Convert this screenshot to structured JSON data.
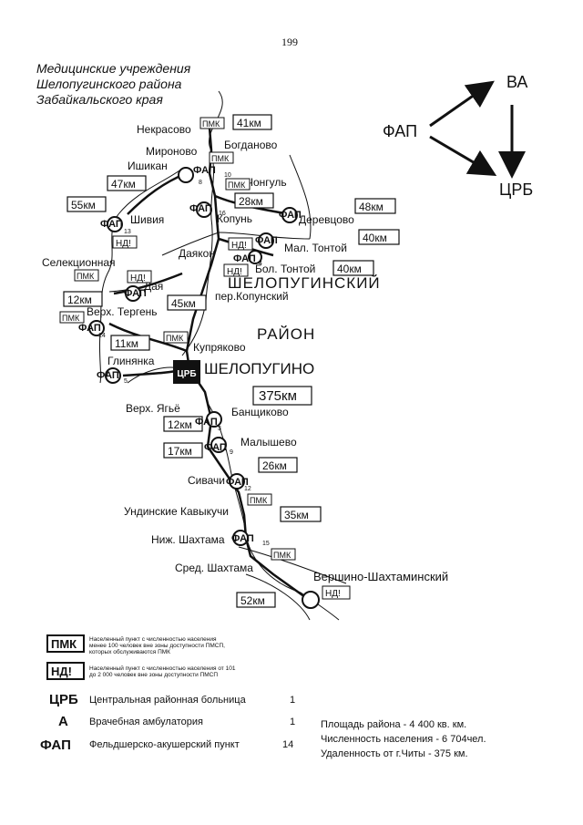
{
  "page_number": "199",
  "title_lines": [
    "Медицинские учреждения",
    "Шелопугинского района",
    "Забайкальского края"
  ],
  "scheme": {
    "fap": "ФАП",
    "va": "ВА",
    "crb": "ЦРБ"
  },
  "district_word": "ШЕЛОПУГИНСКИЙ",
  "district_word2": "РАЙОН",
  "center": "ШЕЛОПУГИНО",
  "center_mark": "ЦРБ",
  "places": {
    "nekrasovo": "Некрасово",
    "mironovo": "Мироново",
    "bogdanovo": "Богданово",
    "ishikan": "Ишикан",
    "chongul": "Чонгуль",
    "kopun": "Копунь",
    "derevtsovo": "Деревцово",
    "shiviya": "Шивия",
    "mal_tontoy": "Мал. Тонтой",
    "bol_tontoy": "Бол. Тонтой",
    "daikon": "Даякон",
    "selektsionnaya": "Селекционная",
    "daya": "Дая",
    "per_kopunsky": "пер.Копунский",
    "verh_tergen": "Верх. Тергень",
    "kupryakovo": "Купряково",
    "glinyanka": "Глинянка",
    "verh_yagye": "Верх. Ягьё",
    "banshchikovo": "Банщиково",
    "malyshevo": "Малышево",
    "sivachi": "Сивачи",
    "undinskie": "Ундинские Кавыкучи",
    "nizh_shakhtama": "Ниж. Шахтама",
    "sred_shakhtama": "Сред. Шахтама",
    "vershino": "Вершино-Шахтаминский"
  },
  "distances": {
    "d41": "41км",
    "d47": "47км",
    "d28": "28км",
    "d48": "48км",
    "d55": "55км",
    "d40a": "40км",
    "d40b": "40км",
    "d12a": "12км",
    "d45": "45км",
    "d11": "11км",
    "d375": "375км",
    "d12b": "12км",
    "d17": "17км",
    "d26": "26км",
    "d35": "35км",
    "d52": "52км"
  },
  "markers": {
    "pmk": "ПМК",
    "nd": "НД!",
    "fap": "ФАП"
  },
  "fap_numbers": {
    "n8": "8",
    "n10": "10",
    "n16": "16",
    "n13": "13",
    "n4": "4",
    "n14": "14",
    "n5": "5",
    "n3": "3",
    "n9": "9",
    "n12": "12",
    "n15": "15"
  },
  "legend": {
    "pmk_label": "ПМК",
    "pmk_lines": [
      "Населенный пункт с численностью населения",
      "менее 100 человек вне зоны доступности ПМСП,",
      "которых обслуживаются ПМК"
    ],
    "nd_label": "НД!",
    "nd_lines": [
      "Населенный пункт с численностью населения от 101",
      "до 2 000 человек вне зоны доступности ПМСП"
    ],
    "crb_abbr": "ЦРБ",
    "crb_text": "Центральная районная больница",
    "crb_count": "1",
    "a_abbr": "А",
    "a_text": "Врачебная амбулатория",
    "a_count": "1",
    "fap_abbr": "ФАП",
    "fap_text": "Фельдшерско-акушерский пункт",
    "fap_count": "14"
  },
  "stats": [
    "Площадь района - 4 400 кв. км.",
    "Численность населения - 6 704чел.",
    "Удаленность от г.Читы - 375 км."
  ]
}
